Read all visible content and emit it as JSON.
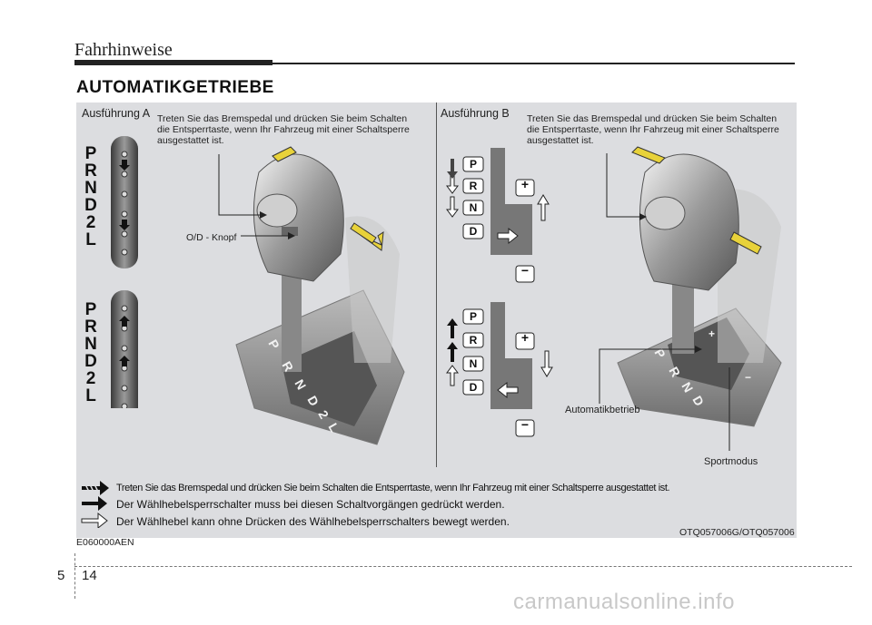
{
  "header": {
    "chapter": "Fahrhinweise"
  },
  "section": {
    "title": "AUTOMATIKGETRIEBE"
  },
  "panel_a": {
    "label": "Ausführung A",
    "callout": [
      "Treten Sie das Bremspedal und drücken Sie beim Schalten",
      "die Entsperrtaste, wenn Ihr Fahrzeug mit einer Schaltsperre",
      "ausgestattet ist."
    ],
    "od_label": "O/D - Knopf",
    "gates": [
      "P",
      "R",
      "N",
      "D",
      "2",
      "L"
    ]
  },
  "panel_b": {
    "label": "Ausführung B",
    "callout": [
      "Treten Sie das Bremspedal und drücken Sie beim Schalten",
      "die Entsperrtaste, wenn Ihr Fahrzeug mit einer Schaltsperre",
      "ausgestattet ist."
    ],
    "gates": [
      "P",
      "R",
      "N",
      "D"
    ],
    "automatic_label": "Automatikbetrieb",
    "sport_label": "Sportmodus",
    "plus": "+",
    "minus": "−"
  },
  "legend": [
    {
      "icon": "hatched-arrow-icon",
      "text": "Treten Sie das Bremspedal und drücken Sie beim Schalten die Entsperrtaste, wenn Ihr Fahrzeug mit einer Schaltsperre ausgestattet ist."
    },
    {
      "icon": "solid-arrow-icon",
      "text": "Der Wählhebelsperrschalter muss bei diesen Schaltvorgängen gedrückt werden."
    },
    {
      "icon": "outline-arrow-icon",
      "text": "Der Wählhebel kann ohne Drücken des Wählhebelsperrschalters bewegt werden."
    }
  ],
  "figure_code": "OTQ057006G/OTQ057006",
  "doc_code": "E060000AEN",
  "page": {
    "chapter": "5",
    "number": "14"
  },
  "watermark": "carmanualsonline.info"
}
